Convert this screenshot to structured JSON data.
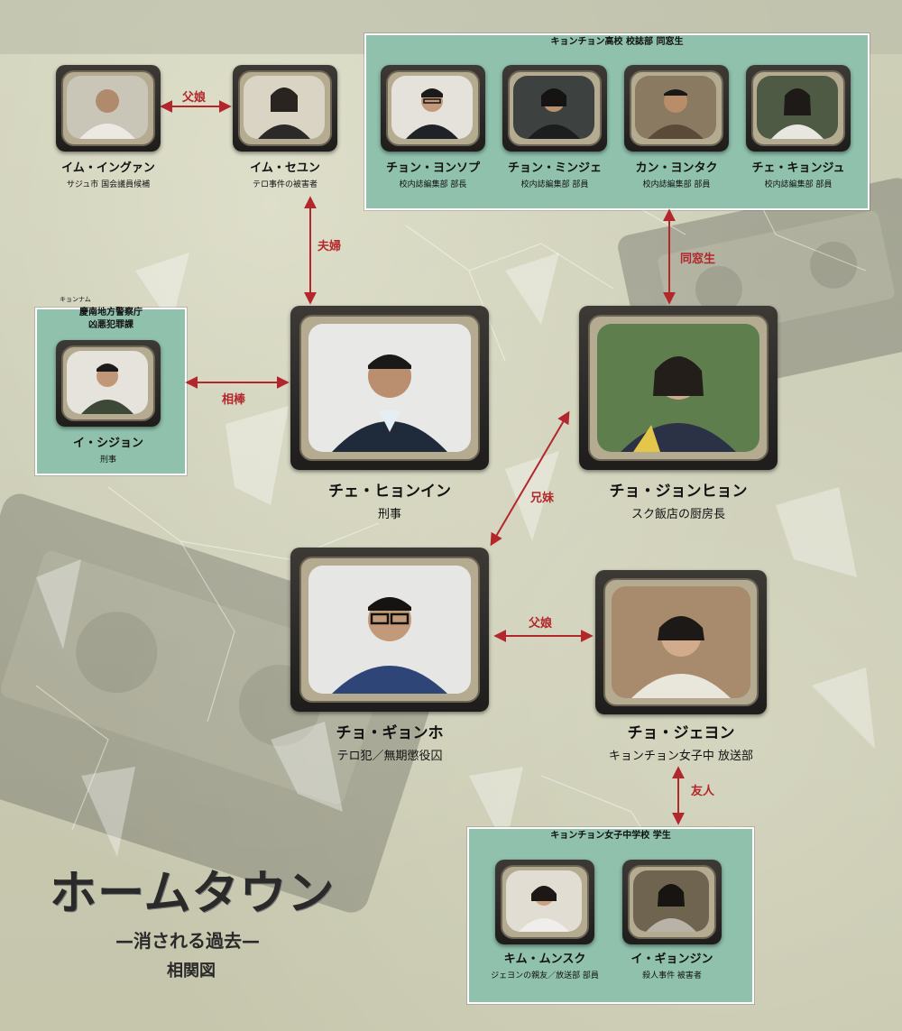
{
  "title": {
    "main": "ホームタウン",
    "sub": "—消される過去—",
    "chart": "相関図"
  },
  "groups": {
    "school_club": "キョンチョン高校 校誌部 同窓生",
    "police_ruby": "キョンナム",
    "police_line1": "慶南地方警察庁",
    "police_line2": "凶悪犯罪課",
    "middle_school": "キョンチョン女子中学校 学生"
  },
  "characters": {
    "im_ingwan": {
      "name": "イム・イングァン",
      "role": "サジュ市 国会議員候補"
    },
    "im_seyun": {
      "name": "イム・セユン",
      "role": "テロ事件の被害者"
    },
    "jeong_yongsop": {
      "name": "チョン・ヨンソプ",
      "role": "校内誌編集部 部長"
    },
    "jeong_minje": {
      "name": "チョン・ミンジェ",
      "role": "校内誌編集部 部員"
    },
    "kan_yongtak": {
      "name": "カン・ヨンタク",
      "role": "校内誌編集部 部員"
    },
    "che_kyonju": {
      "name": "チェ・キョンジュ",
      "role": "校内誌編集部 部員"
    },
    "i_sijon": {
      "name": "イ・シジョン",
      "role": "刑事"
    },
    "che_hyonin": {
      "name": "チェ・ヒョンイン",
      "role": "刑事"
    },
    "cho_jonhyon": {
      "name": "チョ・ジョンヒョン",
      "role": "スク飯店の厨房長"
    },
    "cho_gyonho": {
      "name": "チョ・ギョンホ",
      "role": "テロ犯／無期懲役囚"
    },
    "cho_jeyon": {
      "name": "チョ・ジェヨン",
      "role": "キョンチョン女子中 放送部"
    },
    "kim_munsuku": {
      "name": "キム・ムンスク",
      "role": "ジェヨンの親友／放送部 部員"
    },
    "i_gyonjin": {
      "name": "イ・ギョンジン",
      "role": "殺人事件 被害者"
    }
  },
  "relations": {
    "ingwan_seyun": "父娘",
    "seyun_hyonin": "夫婦",
    "sijon_hyonin": "相棒",
    "club_jonhyon": "同窓生",
    "jonhyon_gyonho": "兄妹",
    "gyonho_jeyon": "父娘",
    "jeyon_school": "友人"
  },
  "colors": {
    "accent_red": "#b3262b",
    "group_green": "#8fc1ad",
    "background": "#cbcbb3"
  }
}
